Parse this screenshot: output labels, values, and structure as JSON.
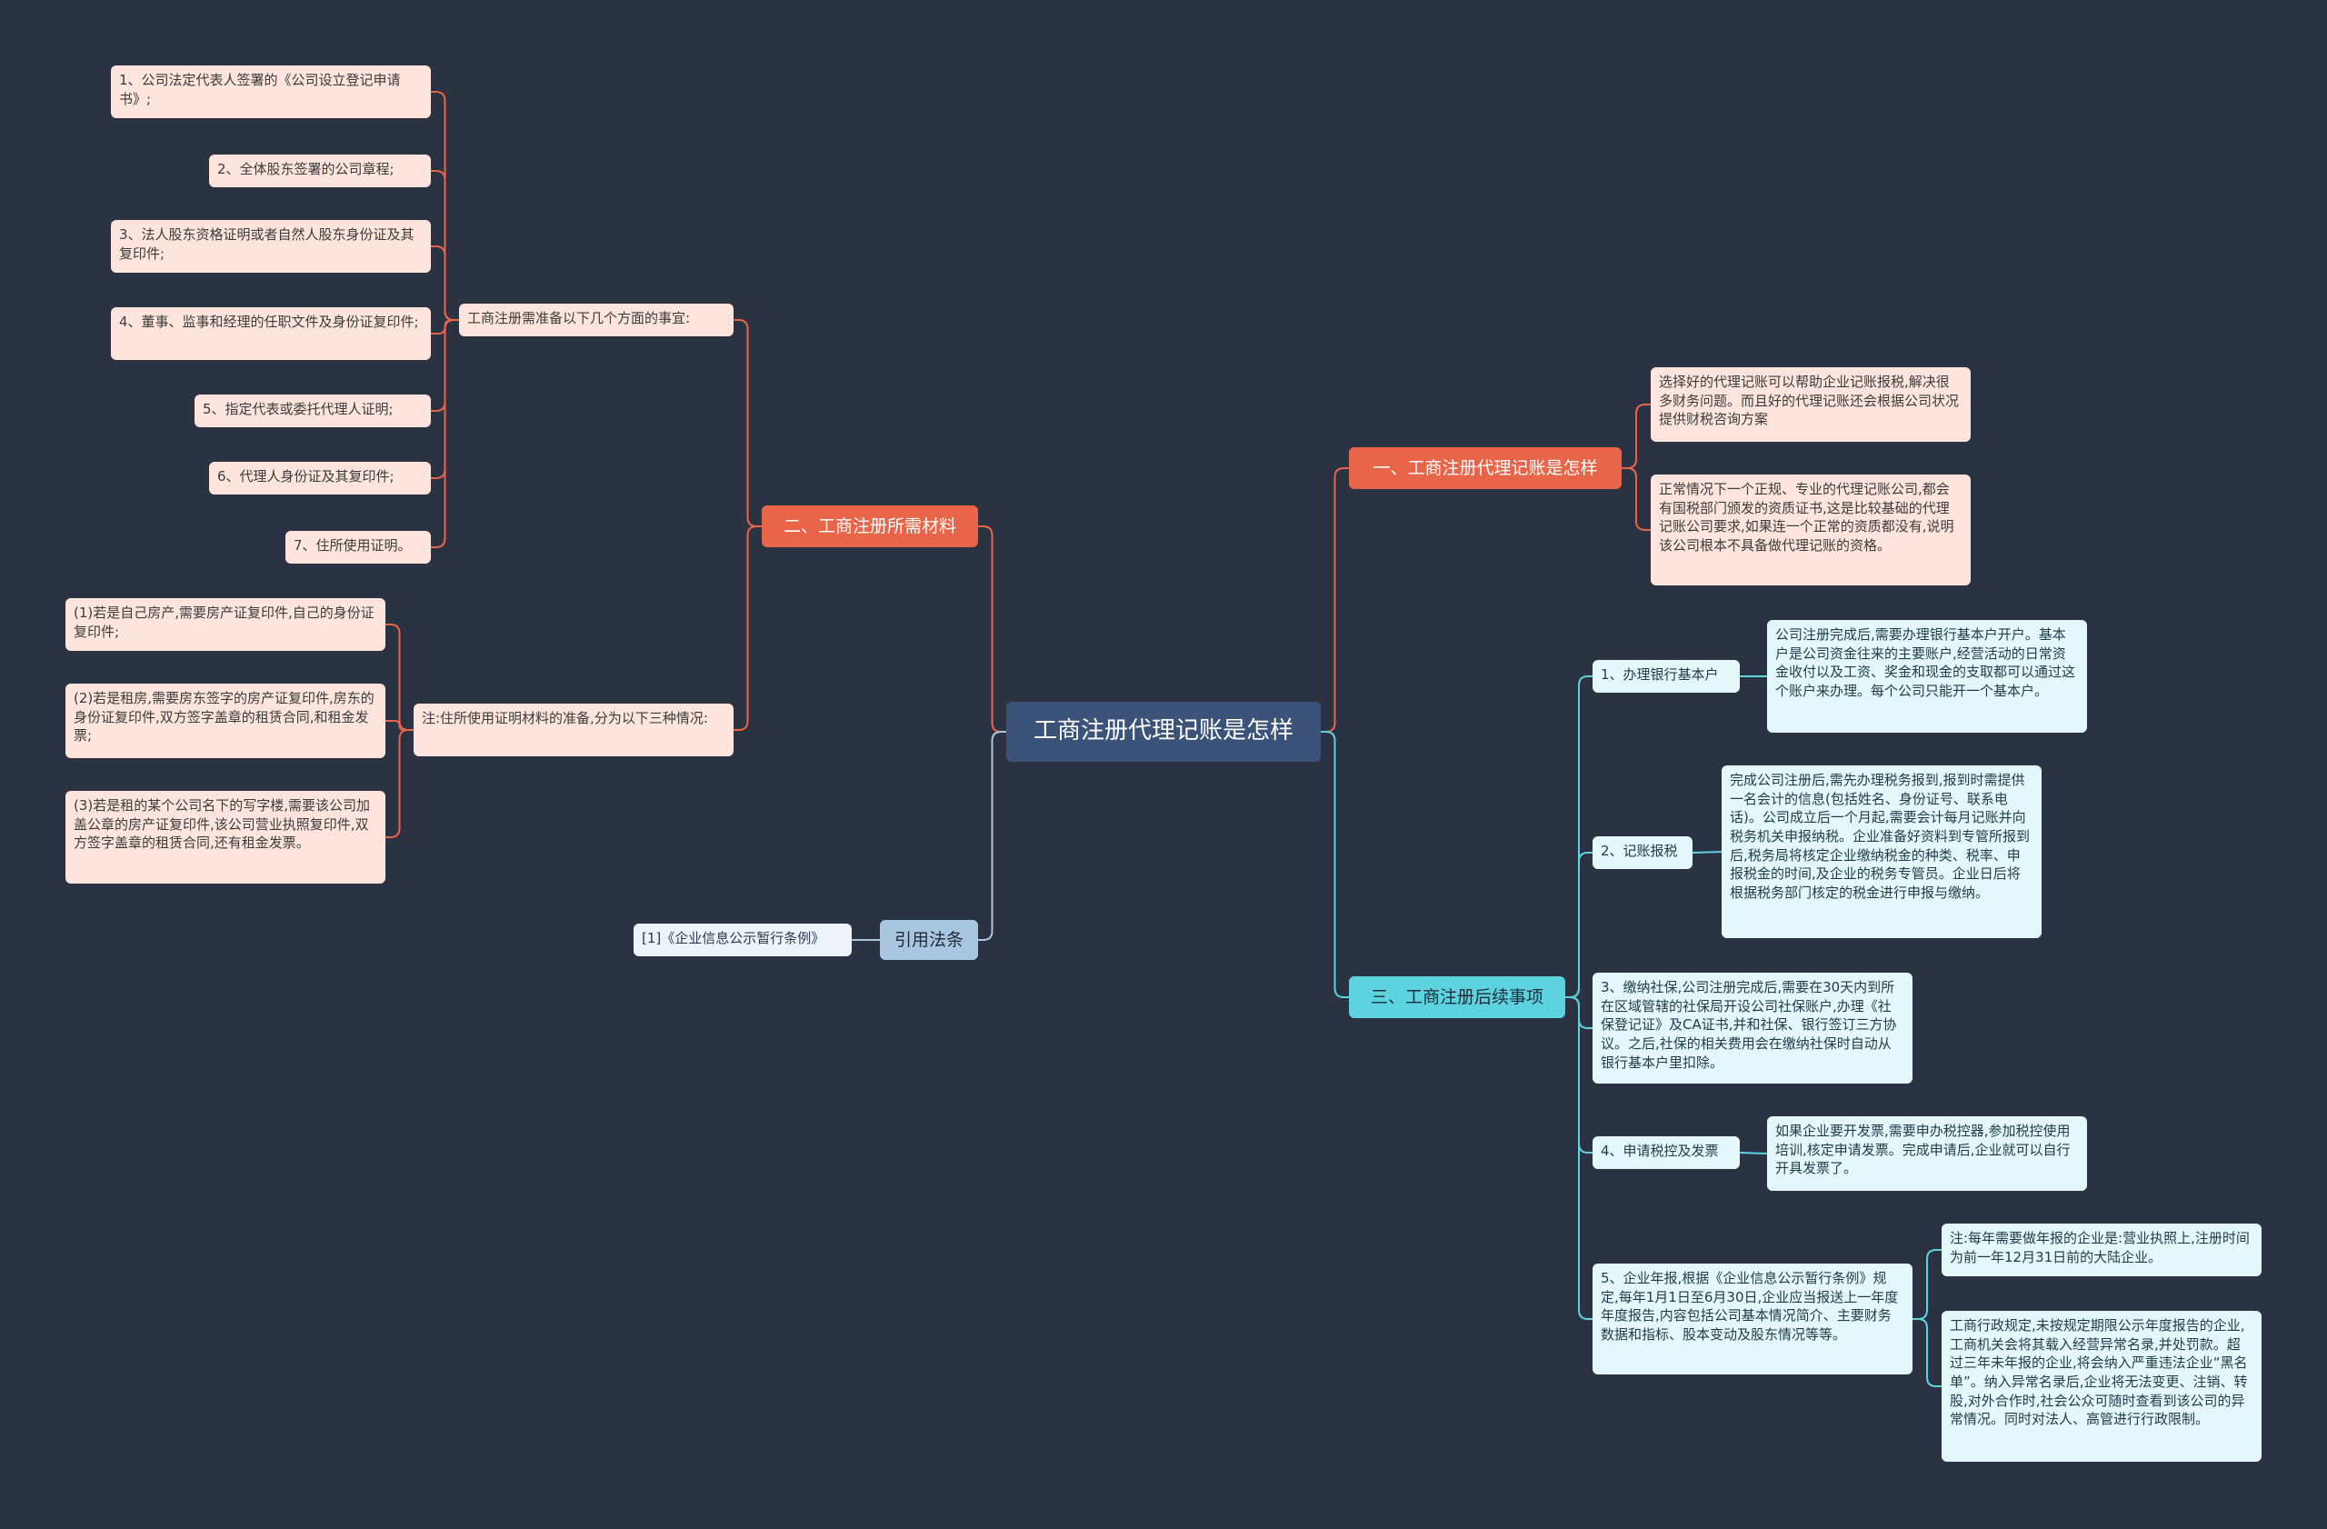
{
  "root": "工商注册代理记账是怎样",
  "branches": {
    "materials": {
      "label": "二、工商注册所需材料",
      "sub1": {
        "label": "工商注册需准备以下几个方面的事宜:",
        "items": [
          "1、公司法定代表人签署的《公司设立登记申请书》;",
          "2、全体股东签署的公司章程;",
          "3、法人股东资格证明或者自然人股东身份证及其复印件;",
          "4、董事、监事和经理的任职文件及身份证复印件;",
          "5、指定代表或委托代理人证明;",
          "6、代理人身份证及其复印件;",
          "7、住所使用证明。"
        ]
      },
      "sub2": {
        "label": "注:住所使用证明材料的准备,分为以下三种情况:",
        "items": [
          "(1)若是自己房产,需要房产证复印件,自己的身份证复印件;",
          "(2)若是租房,需要房东签字的房产证复印件,房东的身份证复印件,双方签字盖章的租赁合同,和租金发票;",
          "(3)若是租的某个公司名下的写字楼,需要该公司加盖公章的房产证复印件,该公司营业执照复印件,双方签字盖章的租赁合同,还有租金发票。"
        ]
      }
    },
    "law": {
      "label": "引用法条",
      "items": [
        "[1]《企业信息公示暂行条例》"
      ]
    },
    "agent": {
      "label": "一、工商注册代理记账是怎样",
      "items": [
        "选择好的代理记账可以帮助企业记账报税,解决很多财务问题。而且好的代理记账还会根据公司状况提供财税咨询方案",
        "正常情况下一个正规、专业的代理记账公司,都会有国税部门颁发的资质证书,这是比较基础的代理记账公司要求,如果连一个正常的资质都没有,说明该公司根本不具备做代理记账的资格。"
      ]
    },
    "followup": {
      "label": "三、工商注册后续事项",
      "items": [
        {
          "label": "1、办理银行基本户",
          "detail": "公司注册完成后,需要办理银行基本户开户。基本户是公司资金往来的主要账户,经营活动的日常资金收付以及工资、奖金和现金的支取都可以通过这个账户来办理。每个公司只能开一个基本户。"
        },
        {
          "label": "2、记账报税",
          "detail": "完成公司注册后,需先办理税务报到,报到时需提供一名会计的信息(包括姓名、身份证号、联系电话)。公司成立后一个月起,需要会计每月记账并向税务机关申报纳税。企业准备好资料到专管所报到后,税务局将核定企业缴纳税金的种类、税率、申报税金的时间,及企业的税务专管员。企业日后将根据税务部门核定的税金进行申报与缴纳。"
        },
        {
          "label": "3、缴纳社保,公司注册完成后,需要在30天内到所在区域管辖的社保局开设公司社保账户,办理《社保登记证》及CA证书,并和社保、银行签订三方协议。之后,社保的相关费用会在缴纳社保时自动从银行基本户里扣除。"
        },
        {
          "label": "4、申请税控及发票",
          "detail": "如果企业要开发票,需要申办税控器,参加税控使用培训,核定申请发票。完成申请后,企业就可以自行开具发票了。"
        },
        {
          "label": "5、企业年报,根据《企业信息公示暂行条例》规定,每年1月1日至6月30日,企业应当报送上一年度年度报告,内容包括公司基本情况简介、主要财务数据和指标、股本变动及股东情况等等。",
          "details": [
            "注:每年需要做年报的企业是:营业执照上,注册时间为前一年12月31日前的大陆企业。",
            "工商行政规定,未按规定期限公示年度报告的企业,工商机关会将其载入经营异常名录,并处罚款。超过三年未年报的企业,将会纳入严重违法企业“黑名单”。纳入异常名录后,企业将无法变更、注销、转股,对外合作时,社会公众可随时查看到该公司的异常情况。同时对法人、高管进行行政限制。"
          ]
        }
      ]
    }
  },
  "colors": {
    "background": "#2b3242",
    "root": "#3b5279",
    "red_branch": "#e8654a",
    "cyan_branch": "#5ed3e0",
    "blue_branch": "#a9c6e0",
    "red_line": "#e8654a",
    "cyan_line": "#5ed3e0",
    "blue_line": "#a9c6e0"
  }
}
